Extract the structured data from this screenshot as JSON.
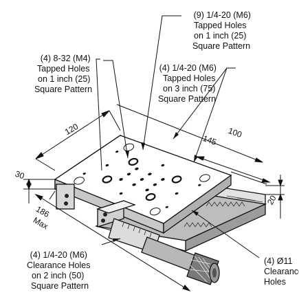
{
  "callouts": {
    "tapped_9": [
      "(9) 1/4-20 (M6)",
      "Tapped Holes",
      "on 1 inch (25)",
      "Square Pattern"
    ],
    "tapped_8_32": [
      "(4) 8-32 (M4)",
      "Tapped Holes",
      "on 1 inch (25)",
      "Square Pattern"
    ],
    "tapped_4_3in": [
      "(4) 1/4-20 (M6)",
      "Tapped Holes",
      "on 3 inch (75)",
      "Square Pattern"
    ],
    "clearance_2in": [
      "(4) 1/4-20 (M6)",
      "Clearance  Holes",
      "on 2 inch (50)",
      "Square Pattern"
    ],
    "clearance_11": [
      "(4) Ø11",
      "Clearance",
      "Holes"
    ]
  },
  "dimensions": {
    "length": "120",
    "width": "100",
    "depth": "145",
    "height": "30",
    "travel": "20",
    "max_length": "186",
    "max_label": "Max"
  },
  "colors": {
    "line": "#111111",
    "top_face": "#ffffff",
    "side_face": "#e2e2e2",
    "front_face": "#bdbdbd",
    "micrometer": "#777777"
  }
}
